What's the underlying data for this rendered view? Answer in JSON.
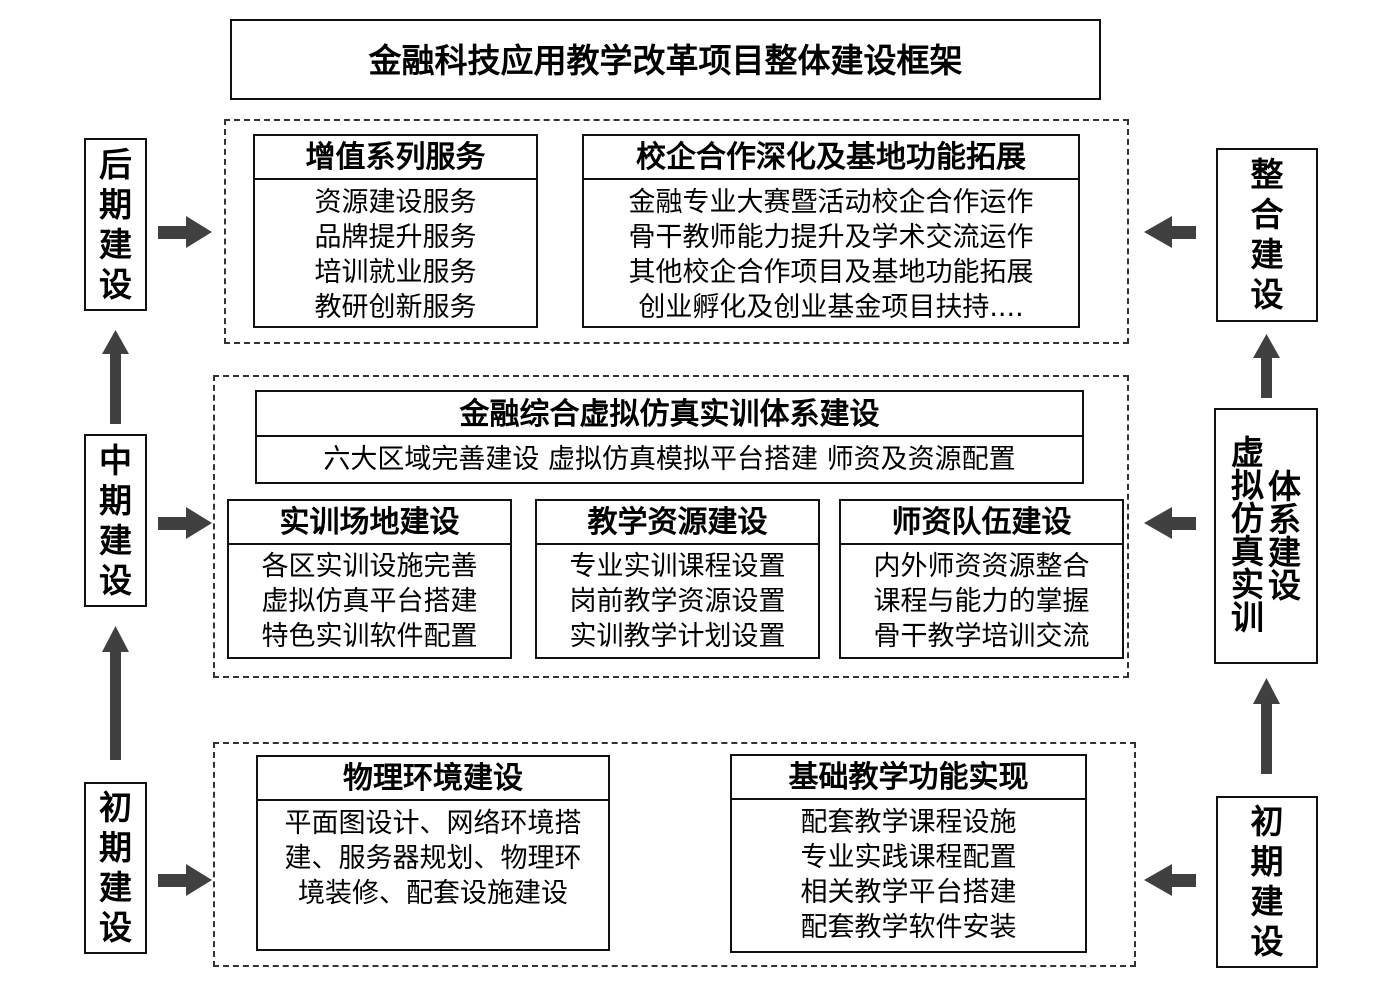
{
  "title": "金融科技应用教学改革项目整体建设框架",
  "left_stages": {
    "late": [
      "后",
      "期",
      "建",
      "设"
    ],
    "middle": [
      "中",
      "期",
      "建",
      "设"
    ],
    "early": [
      "初",
      "期",
      "建",
      "设"
    ]
  },
  "right_stages": {
    "integration": [
      "整",
      "合",
      "建",
      "设"
    ],
    "virtual_col1": [
      "虚",
      "拟",
      "仿",
      "真",
      "实",
      "训"
    ],
    "virtual_col2": [
      "体",
      "系",
      "建",
      "设"
    ],
    "early": [
      "初",
      "期",
      "建",
      "设"
    ]
  },
  "top_section": {
    "value_added": {
      "heading": "增值系列服务",
      "items": [
        "资源建设服务",
        "品牌提升服务",
        "培训就业服务",
        "教研创新服务"
      ]
    },
    "school_enterprise": {
      "heading": "校企合作深化及基地功能拓展",
      "items": [
        "金融专业大赛暨活动校企合作运作",
        "骨干教师能力提升及学术交流运作",
        "其他校企合作项目及基地功能拓展",
        "创业孵化及创业基金项目扶持...."
      ]
    }
  },
  "middle_section": {
    "system": {
      "heading": "金融综合虚拟仿真实训体系建设",
      "body": "六大区域完善建设 虚拟仿真模拟平台搭建 师资及资源配置"
    },
    "site": {
      "heading": "实训场地建设",
      "items": [
        "各区实训设施完善",
        "虚拟仿真平台搭建",
        "特色实训软件配置"
      ]
    },
    "resources": {
      "heading": "教学资源建设",
      "items": [
        "专业实训课程设置",
        "岗前教学资源设置",
        "实训教学计划设置"
      ]
    },
    "faculty": {
      "heading": "师资队伍建设",
      "items": [
        "内外师资资源整合",
        "课程与能力的掌握",
        "骨干教学培训交流"
      ]
    }
  },
  "bottom_section": {
    "physical": {
      "heading": "物理环境建设",
      "items": [
        "平面图设计、网络环境搭",
        "建、服务器规划、物理环",
        "境装修、配套设施建设"
      ]
    },
    "basic": {
      "heading": "基础教学功能实现",
      "items": [
        "配套教学课程设施",
        "专业实践课程配置",
        "相关教学平台搭建",
        "配套教学软件安装"
      ]
    }
  }
}
